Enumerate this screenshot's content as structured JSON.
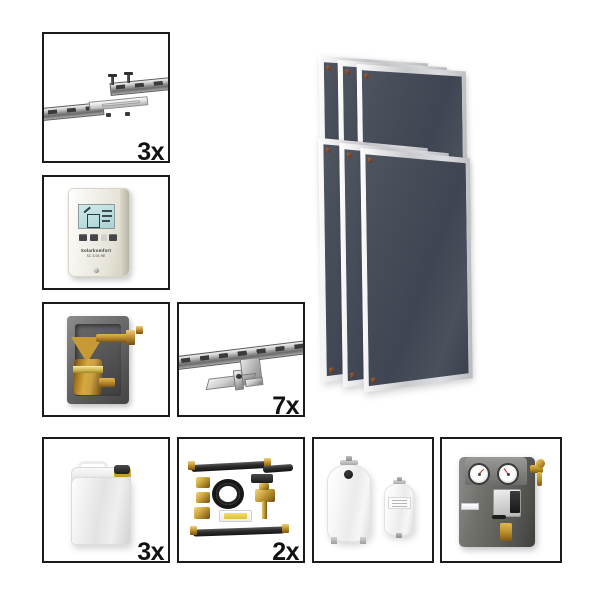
{
  "product": {
    "title": "Solar thermal system package – component overview",
    "background_color": "#ffffff",
    "layout_note": "Eight bordered component tiles at left and bottom, unbordered solar collector array at right"
  },
  "panels": [
    {
      "id": "mounting-rail-set",
      "name": "Mounting rail with screws",
      "quantity_label": "3x",
      "has_border": true
    },
    {
      "id": "solar-controller",
      "name": "Solar control unit",
      "quantity_label": "",
      "has_border": true,
      "device": {
        "brand_text": "Solarkomfort",
        "model_text": "SC 3.06 HE",
        "display": "LCD"
      }
    },
    {
      "id": "air-separator",
      "name": "Brass air separator with insulation housing",
      "quantity_label": "",
      "has_border": true
    },
    {
      "id": "roof-hook-set",
      "name": "Roof hook with mounting rail",
      "quantity_label": "7x",
      "has_border": true
    },
    {
      "id": "heat-transfer-fluid",
      "name": "Heat transfer fluid canister",
      "quantity_label": "3x",
      "has_border": true
    },
    {
      "id": "connection-set",
      "name": "Collector connection set with hoses and fittings",
      "quantity_label": "2x",
      "has_border": true
    },
    {
      "id": "expansion-vessels",
      "name": "Expansion vessels",
      "quantity_label": "",
      "has_border": true
    },
    {
      "id": "pump-station",
      "name": "Solar pump station with gauges",
      "quantity_label": "",
      "has_border": true
    }
  ],
  "collector_array": {
    "name": "Flat plate solar collectors",
    "count": 6,
    "rows": 2,
    "per_row": 3,
    "absorber_color": "#474e5a",
    "frame_color": "#d9dadd",
    "connector_color": "#7d4526"
  },
  "colors": {
    "panel_border": "#1b1b1b",
    "quantity_text": "#111111",
    "brass": "#c79a36",
    "insulation": "#5e5e5e",
    "canister": "#eeeeee",
    "station_body": "#5f5f5b"
  }
}
